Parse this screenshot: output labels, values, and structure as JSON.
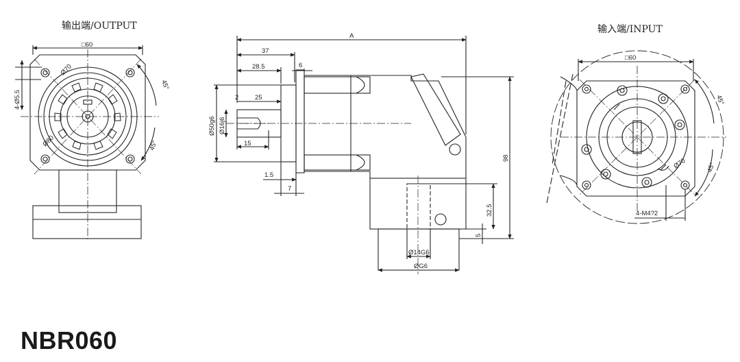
{
  "model": "NBR060",
  "views": {
    "output": {
      "title": "输出端/OUTPUT",
      "square": "□60",
      "holes": "4-Ø5.5",
      "pcd": "Ø70",
      "pilot": "Ø80",
      "angle_top": "45°",
      "angle_bottom": "45°"
    },
    "side": {
      "A": "A",
      "d37": "37",
      "d28_5": "28.5",
      "d6": "6",
      "d2": "2",
      "d25": "25",
      "d50g6": "Ø50g6",
      "d16j6": "Ø16j6",
      "d15": "15",
      "d1_5": "1.5",
      "d7": "7",
      "d98": "98",
      "d32_5": "32.5",
      "d5": "5",
      "d14g6": "Ø14G6",
      "dG6": "ØG6"
    },
    "input": {
      "title": "输入端/INPUT",
      "square": "□60",
      "pcd": "Ø70",
      "threads": "4-M4?2",
      "angle_top": "45°",
      "angle_bottom": "45°"
    }
  },
  "colors": {
    "line": "#222222",
    "background": "#ffffff"
  }
}
